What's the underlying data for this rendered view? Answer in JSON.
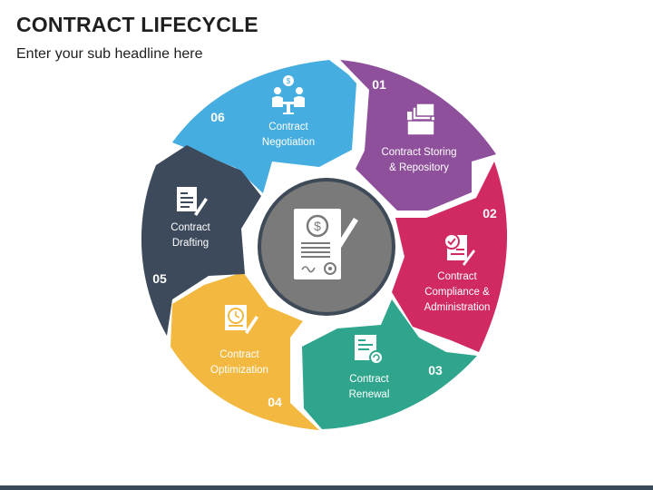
{
  "title": "CONTRACT LIFECYCLE",
  "subtitle": "Enter your sub headline here",
  "center_icon": "contract-document-pen-icon",
  "steps": [
    {
      "number": "01",
      "line1": "Contract Storing",
      "line2": "& Repository",
      "line3": "",
      "color": "#8e4f9b",
      "icon": "folder-files-icon"
    },
    {
      "number": "02",
      "line1": "Contract",
      "line2": "Compliance &",
      "line3": "Administration",
      "color": "#d12a63",
      "icon": "compliance-document-icon"
    },
    {
      "number": "03",
      "line1": "Contract",
      "line2": "Renewal",
      "line3": "",
      "color": "#2fa58d",
      "icon": "document-renew-icon"
    },
    {
      "number": "04",
      "line1": "Contract",
      "line2": "Optimization",
      "line3": "",
      "color": "#f2b83f",
      "icon": "document-clock-icon"
    },
    {
      "number": "05",
      "line1": "Contract",
      "line2": "Drafting",
      "line3": "",
      "color": "#3d4a5c",
      "icon": "document-pen-icon"
    },
    {
      "number": "06",
      "line1": "Contract",
      "line2": "Negotiation",
      "line3": "",
      "color": "#45ade0",
      "icon": "negotiation-people-icon"
    }
  ]
}
